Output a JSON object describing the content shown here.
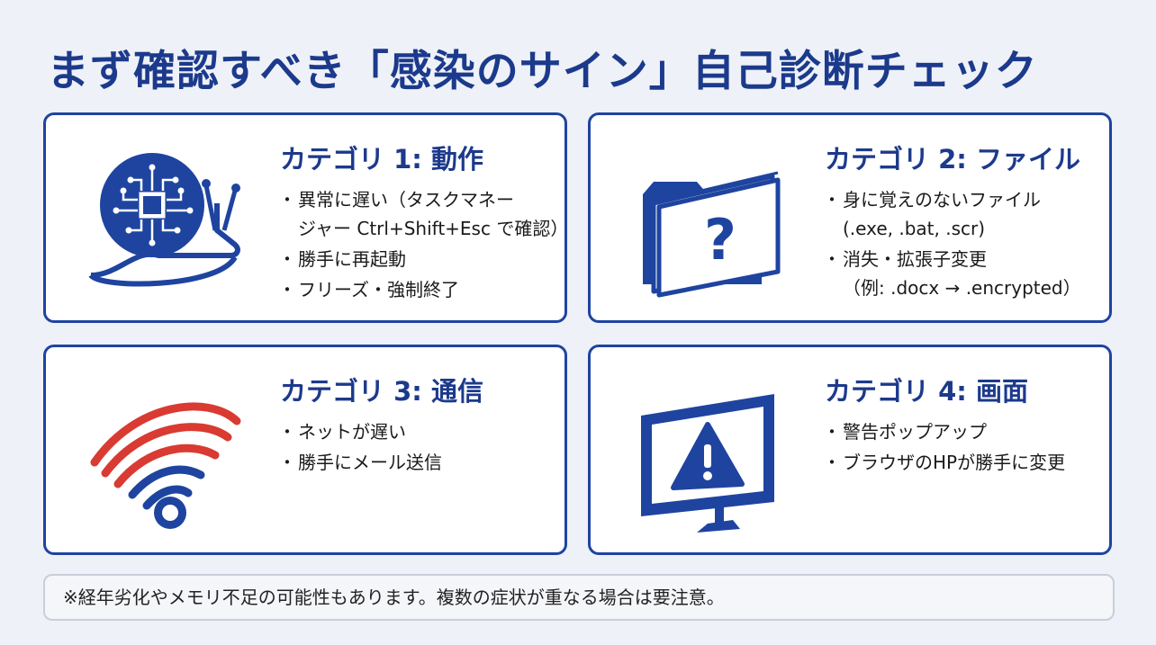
{
  "title": "まず確認すべき「感染のサイン」自己診断チェック",
  "cards": [
    {
      "title": "カテゴリ 1: 動作",
      "icon": "snail-chip-icon",
      "items": [
        {
          "line1": "異常に遅い（タスクマネー",
          "line2": "ジャー Ctrl+Shift+Esc で確認）"
        },
        {
          "line1": "勝手に再起動"
        },
        {
          "line1": "フリーズ・強制終了"
        }
      ]
    },
    {
      "title": "カテゴリ 2: ファイル",
      "icon": "folder-question-icon",
      "items": [
        {
          "line1": "身に覚えのないファイル",
          "line2": "(.exe, .bat, .scr)"
        },
        {
          "line1": "消失・拡張子変更",
          "line2": "（例: .docx → .encrypted）"
        }
      ]
    },
    {
      "title": "カテゴリ 3: 通信",
      "icon": "wifi-signal-icon",
      "items": [
        {
          "line1": "ネットが遅い"
        },
        {
          "line1": "勝手にメール送信"
        }
      ]
    },
    {
      "title": "カテゴリ 4: 画面",
      "icon": "monitor-warning-icon",
      "items": [
        {
          "line1": "警告ポップアップ"
        },
        {
          "line1": "ブラウザのHPが勝手に変更"
        }
      ]
    }
  ],
  "bullet": "・",
  "note": "※経年劣化やメモリ不足の可能性もあります。複数の症状が重なる場合は要注意。",
  "colors": {
    "navy": "#1c3a8c",
    "blue": "#1e44a0",
    "red": "#d93a32",
    "background": "#eef1f7"
  }
}
